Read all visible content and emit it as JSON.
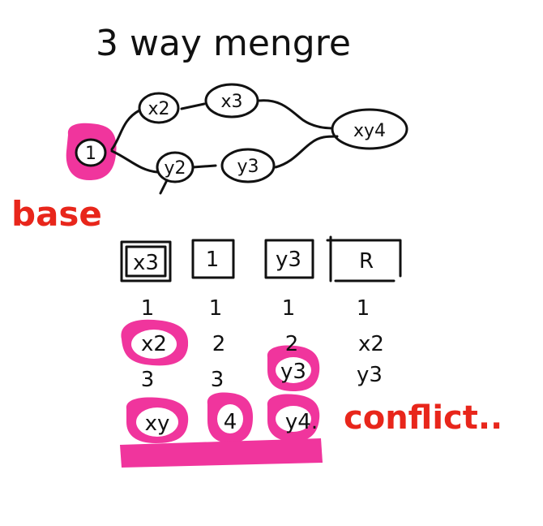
{
  "title": "3 way mengre",
  "graph": {
    "base_node": "1",
    "top_nodes": [
      "x2",
      "x3"
    ],
    "bottom_nodes": [
      "y2",
      "y3"
    ],
    "merge_node": "xy4"
  },
  "labels": {
    "base": "base",
    "conflict": "conflict.."
  },
  "table": {
    "headers": [
      "x3",
      "1",
      "y3",
      "R"
    ],
    "rows": [
      [
        "1",
        "1",
        "1",
        "1"
      ],
      [
        "x2",
        "2",
        "2",
        "x2"
      ],
      [
        "3",
        "3",
        "y3",
        "y3"
      ],
      [
        "xy",
        "4",
        "y4.",
        ""
      ]
    ]
  },
  "colors": {
    "highlight": "#f0359d",
    "accent": "#e8261b",
    "ink": "#111111"
  }
}
